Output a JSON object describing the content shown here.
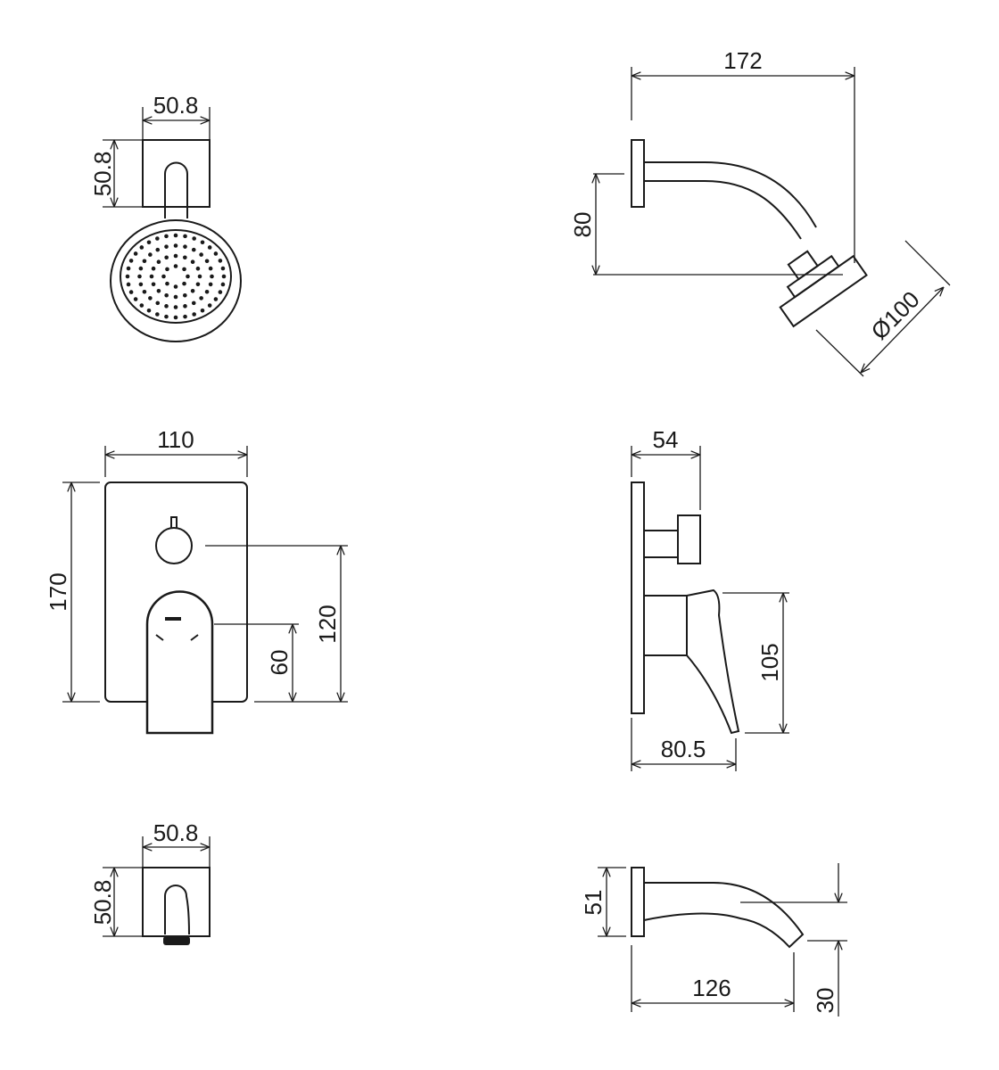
{
  "title": "Shower set technical drawing",
  "colors": {
    "line": "#1a1a1a",
    "background": "#ffffff"
  },
  "shower_head_front": {
    "width": "50.8",
    "height": "50.8"
  },
  "shower_head_side": {
    "arm_length": "172",
    "drop": "80",
    "head_diameter": "Ø100"
  },
  "mixer_front": {
    "plate_width": "110",
    "plate_height": "170",
    "diverter_height": "120",
    "handle_height": "60"
  },
  "mixer_side": {
    "diverter_depth": "54",
    "lever_length": "105",
    "lever_depth": "80.5"
  },
  "spout_front": {
    "width": "50.8",
    "height": "50.8"
  },
  "spout_side": {
    "plate_height": "51",
    "length": "126",
    "drop": "30"
  }
}
